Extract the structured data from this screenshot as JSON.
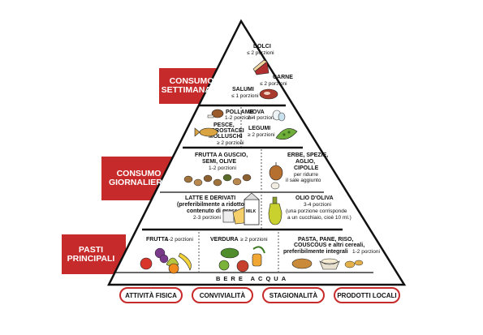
{
  "bands": {
    "weekly": "CONSUMO SETTIMANALE",
    "daily": "CONSUMO GIORNALIERO",
    "meals": "PASTI PRINCIPALI"
  },
  "pyramid": {
    "dolci": {
      "name": "DOLCI",
      "portion": "≤ 2 porzioni"
    },
    "carne": {
      "name": "CARNE",
      "portion": "≤ 2 porzioni"
    },
    "salumi": {
      "name": "SALUMI",
      "portion": "≤ 1 porzioni"
    },
    "pollame": {
      "name": "POLLAME",
      "portion": "1-2 porzioni"
    },
    "uova": {
      "name": "UOVA",
      "portion": "2-4 porzioni"
    },
    "pesce": {
      "lines": [
        "PESCE,",
        "CROSTACEI",
        "MOLLUSCHI"
      ],
      "portion": "≥ 2 porzioni"
    },
    "legumi": {
      "name": "LEGUMI",
      "portion": "≥ 2 porzioni"
    },
    "frutta_guscio": {
      "lines": [
        "FRUTTA A GUSCIO,",
        "SEMI, OLIVE"
      ],
      "portion": "1-2 porzioni"
    },
    "erbe": {
      "lines": [
        "ERBE, SPEZIE,",
        "AGLIO,",
        "CIPOLLE"
      ],
      "note": [
        "per ridurre",
        "il sale aggiunto"
      ]
    },
    "latte": {
      "lines": [
        "LATTE E DERIVATI",
        "(preferibilmente a ridotto",
        "contenuto di grasso)"
      ],
      "portion": "2-3 porzioni"
    },
    "olio": {
      "name": "OLIO D'OLIVA",
      "portion": "3-4 porzioni",
      "note": [
        "(una porzione corrisponde",
        "a un cucchiaio, cioè 10 ml.)"
      ]
    },
    "frutta": {
      "name": "FRUTTA",
      "portion": "1-2 porzioni"
    },
    "verdura": {
      "name": "VERDURA",
      "portion": "≥ 2 porzioni"
    },
    "pasta": {
      "lines": [
        "PASTA, PANE, RISO,",
        "COUSCOUS e altri cereali,",
        "preferibilmente integrali"
      ],
      "portion": "1-2 porzioni"
    },
    "water": "BERE ACQUA",
    "milk_carton": "MILK"
  },
  "pills": [
    "ATTIVITÀ FISICA",
    "CONVIVIALITÀ",
    "STAGIONALITÀ",
    "PRODOTTI LOCALI"
  ],
  "colors": {
    "accent_red": "#c72a2a",
    "outline": "#111111",
    "divider": "#555555"
  }
}
